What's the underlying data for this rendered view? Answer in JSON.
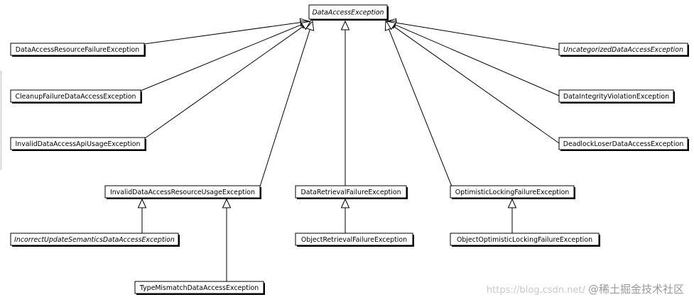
{
  "diagram": {
    "root": {
      "label": "DataAccessException",
      "abstract": true
    },
    "classes": {
      "resource_failure": {
        "label": "DataAccessResourceFailureException",
        "abstract": false
      },
      "cleanup_failure": {
        "label": "CleanupFailureDataAccessException",
        "abstract": false
      },
      "invalid_api_usage": {
        "label": "InvalidDataAccessApiUsageException",
        "abstract": false
      },
      "invalid_resource_usage": {
        "label": "InvalidDataAccessResourceUsageException",
        "abstract": false
      },
      "incorrect_update": {
        "label": "IncorrectUpdateSemanticsDataAccessException",
        "abstract": true
      },
      "type_mismatch": {
        "label": "TypeMismatchDataAccessException",
        "abstract": false
      },
      "retrieval_failure": {
        "label": "DataRetrievalFailureException",
        "abstract": false
      },
      "object_retrieval_failure": {
        "label": "ObjectRetrievalFailureException",
        "abstract": false
      },
      "optimistic_locking": {
        "label": "OptimisticLockingFailureException",
        "abstract": false
      },
      "object_optimistic_locking": {
        "label": "ObjectOptimisticLockingFailureException",
        "abstract": false
      },
      "uncategorized": {
        "label": "UncategorizedDataAccessException",
        "abstract": true
      },
      "integrity_violation": {
        "label": "DataIntegrityViolationException",
        "abstract": false
      },
      "deadlock_loser": {
        "label": "DeadlockLoserDataAccessException",
        "abstract": false
      }
    },
    "inheritance": [
      [
        "resource_failure",
        "root"
      ],
      [
        "cleanup_failure",
        "root"
      ],
      [
        "invalid_api_usage",
        "root"
      ],
      [
        "invalid_resource_usage",
        "root"
      ],
      [
        "retrieval_failure",
        "root"
      ],
      [
        "optimistic_locking",
        "root"
      ],
      [
        "uncategorized",
        "root"
      ],
      [
        "integrity_violation",
        "root"
      ],
      [
        "deadlock_loser",
        "root"
      ],
      [
        "incorrect_update",
        "invalid_resource_usage"
      ],
      [
        "type_mismatch",
        "invalid_resource_usage"
      ],
      [
        "object_retrieval_failure",
        "retrieval_failure"
      ],
      [
        "object_optimistic_locking",
        "optimistic_locking"
      ]
    ]
  },
  "watermark": {
    "url": "https://blog.csdn.net/",
    "brand": "@稀土掘金技术社区"
  }
}
